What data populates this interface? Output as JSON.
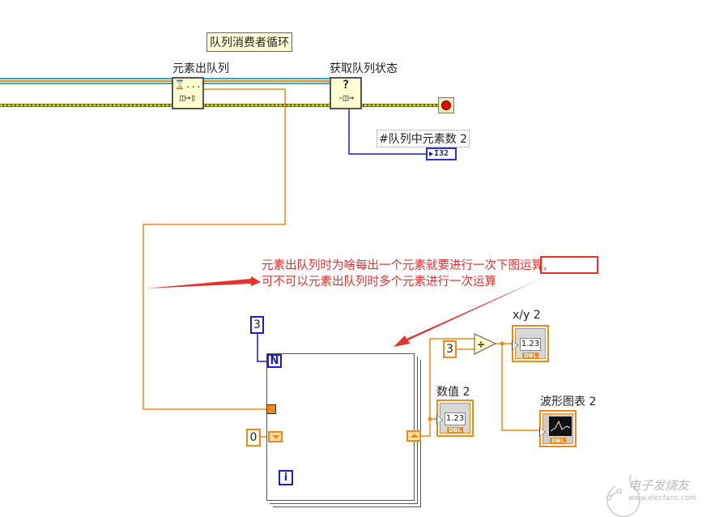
{
  "loop_title": "队列消费者循环",
  "nodes": {
    "dequeue": {
      "label": "元素出队列",
      "glyph_top": "⌛...",
      "glyph_bottom": "◫→▯"
    },
    "queue_status": {
      "label": "获取队列状态",
      "glyph_top": "?",
      "glyph_bottom": "-◫→"
    },
    "stop": {
      "icon": "stop-icon"
    }
  },
  "indicators": {
    "queue_count": {
      "label": "#队列中元素数 2",
      "type": "I32"
    },
    "numeric": {
      "label": "数值 2",
      "value": "1.23",
      "type": "DBL"
    },
    "xy": {
      "label": "x/y 2",
      "value": "1.23",
      "type": "DBL"
    },
    "waveform": {
      "label": "波形图表 2",
      "type": "DBL"
    }
  },
  "constants": {
    "loop_count": "3",
    "shift_init": "0",
    "divisor": "3"
  },
  "for_loop": {
    "count_terminal": "N",
    "iteration_terminal": "i",
    "add_op": "+",
    "divide_op": "÷"
  },
  "annotation": {
    "line1": "元素出队列时为啥每出一个元素就要进行一次下图运算,",
    "line2": "可不可以元素出队列时多个元素进行一次运算",
    "color": "#e8312d"
  },
  "watermark": {
    "brand": "电子发烧友",
    "url": "www.elecfans.com"
  },
  "colors": {
    "dbl_wire": "#f08a17",
    "int_wire": "#1b1bd6",
    "error_wire": "#c8c800",
    "queue_wire": "#3aa8b8"
  }
}
